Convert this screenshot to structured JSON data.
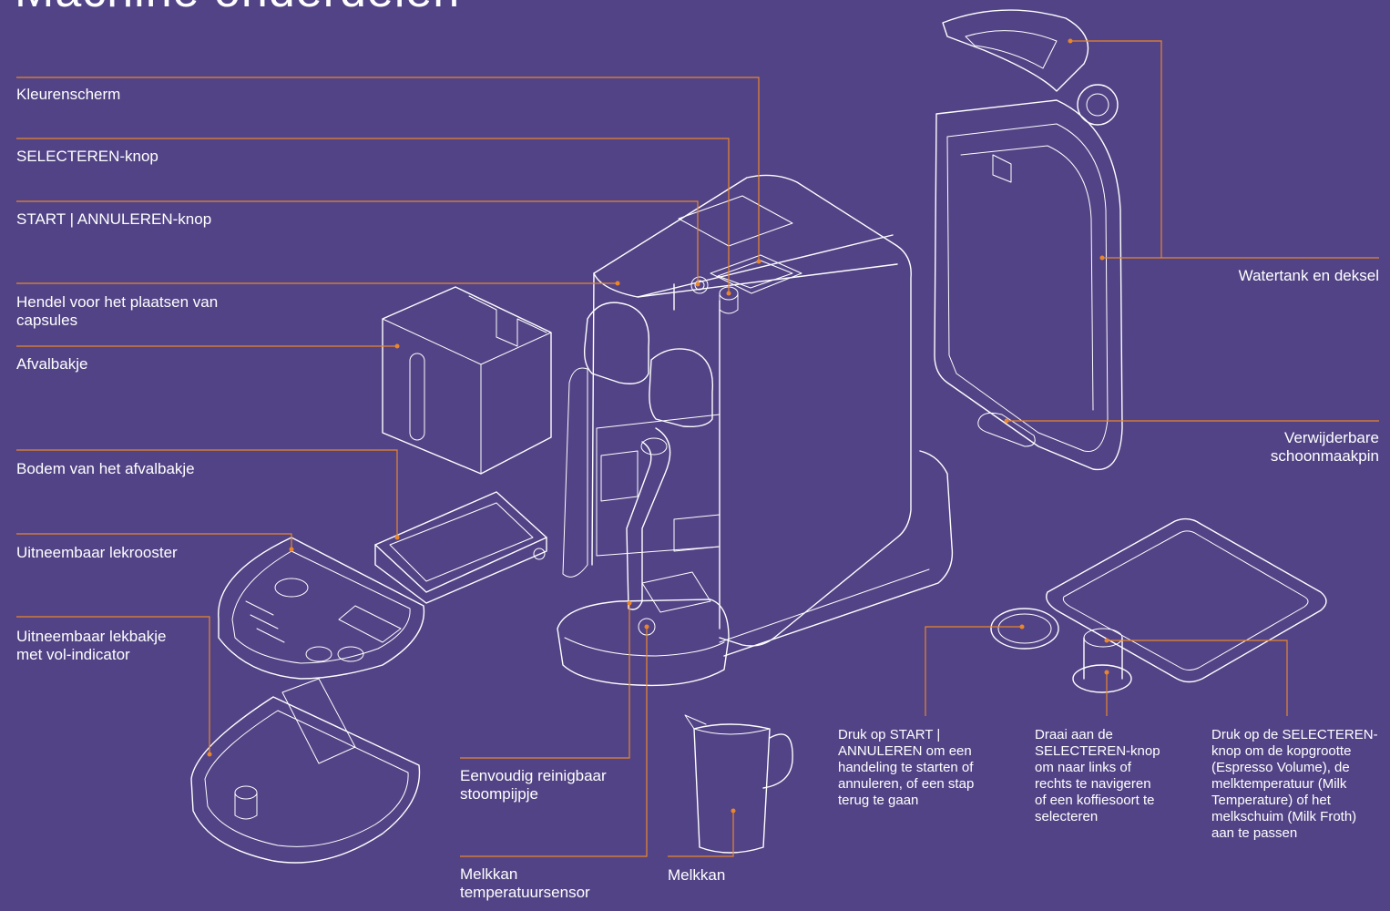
{
  "title": "Machine onderdelen",
  "colors": {
    "background": "#524386",
    "leader": "#e9862c",
    "drawing": "#ffffff"
  },
  "labels": {
    "kleurenscherm": "Kleurenscherm",
    "selecteren_knop": "SELECTEREN-knop",
    "start_annuleren_knop": "START | ANNULEREN-knop",
    "hendel": "Hendel voor het plaatsen van\ncapsules",
    "afvalbakje": "Afvalbakje",
    "bodem_afvalbakje": "Bodem van het afvalbakje",
    "lekrooster": "Uitneembaar lekrooster",
    "lekbakje": "Uitneembaar lekbakje\nmet vol-indicator",
    "watertank": "Watertank en deksel",
    "schoonmaakpin": "Verwijderbare\nschoonmaakpin",
    "stoompijpje": "Eenvoudig reinigbaar\nstoompijpje",
    "temperatuursensor": "Melkkan\ntemperatuursensor",
    "melkkan": "Melkkan"
  },
  "captions": {
    "start": "Druk op START |\nANNULEREN om een\nhandeling te starten of\nannuleren, of een stap\nterug te gaan",
    "draai": "Draai aan de\nSELECTEREN-knop\nom naar links of\nrechts te navigeren\nof een koffiesoort te\nselecteren",
    "druk_selecteren": "Druk op de SELECTEREN-\nknop om de kopgrootte\n(Espresso Volume), de\nmelktemperatuur (Milk\nTemperature) of het\nmelkschuim (Milk Froth)\naan te passen"
  }
}
